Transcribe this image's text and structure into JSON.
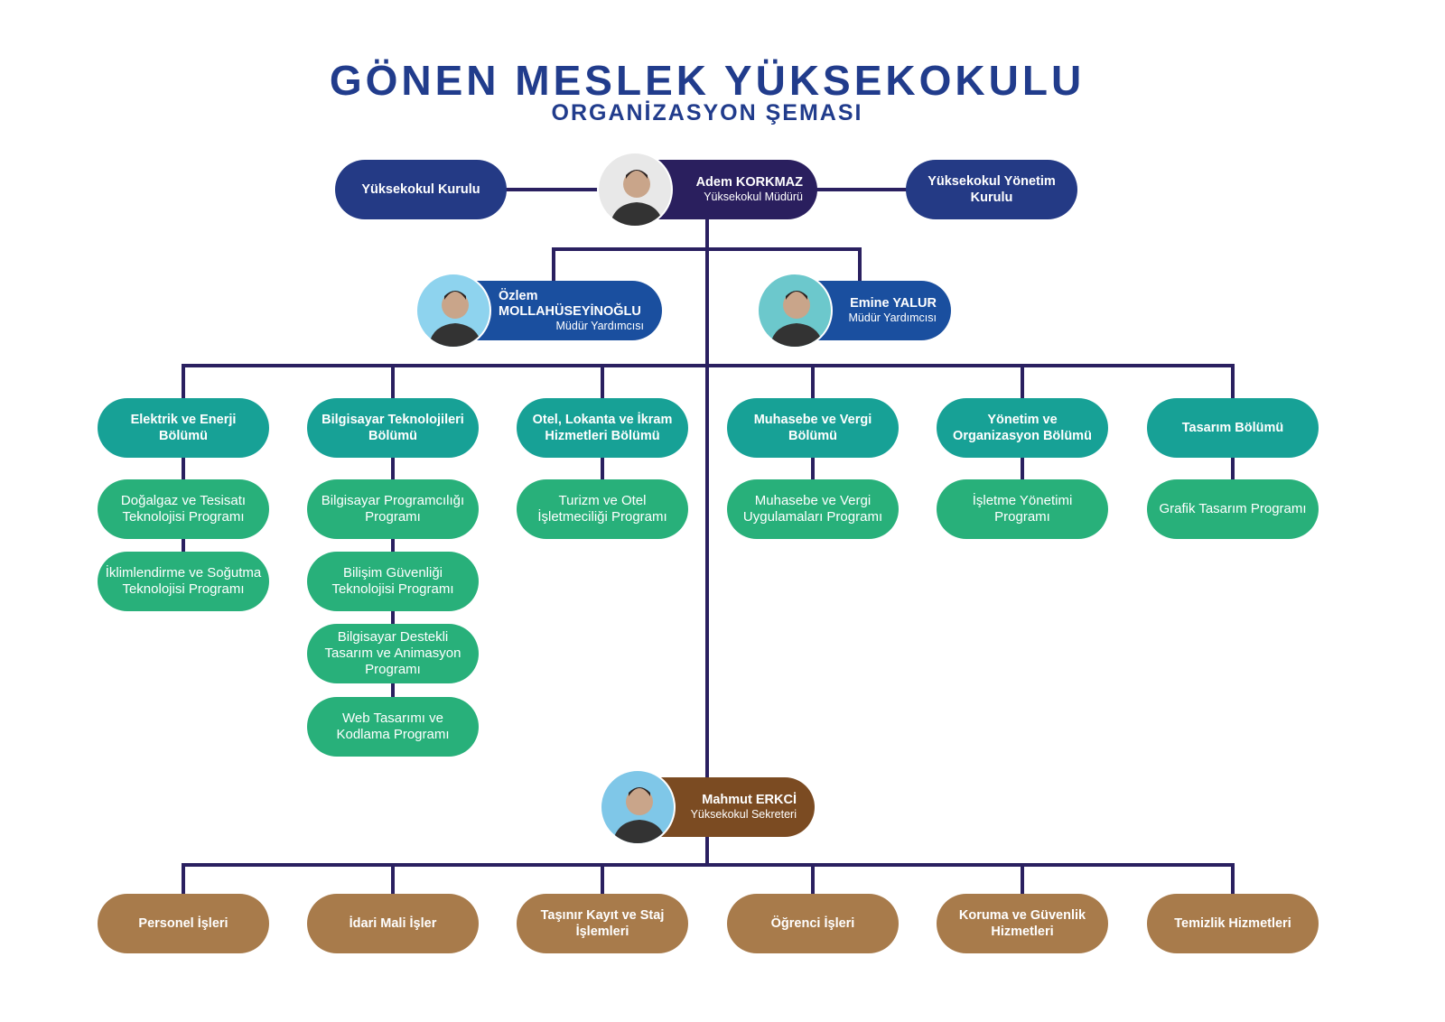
{
  "header": {
    "title": "GÖNEN MESLEK YÜKSEKOKULU",
    "subtitle": "ORGANİZASYON ŞEMASI"
  },
  "top": {
    "left_board": "Yüksekokul Kurulu",
    "right_board": "Yüksekokul Yönetim Kurulu",
    "director": {
      "name": "Adem KORKMAZ",
      "role": "Yüksekokul Müdürü"
    }
  },
  "deputies": [
    {
      "name": "Özlem MOLLAHÜSEYİNOĞLU",
      "role": "Müdür Yardımcısı"
    },
    {
      "name": "Emine YALUR",
      "role": "Müdür Yardımcısı"
    }
  ],
  "departments": [
    {
      "name": "Elektrik ve Enerji Bölümü",
      "programs": [
        "Doğalgaz ve Tesisatı Teknolojisi Programı",
        "İklimlendirme ve Soğutma Teknolojisi Programı"
      ]
    },
    {
      "name": "Bilgisayar Teknolojileri Bölümü",
      "programs": [
        "Bilgisayar Programcılığı Programı",
        "Bilişim Güvenliği Teknolojisi Programı",
        "Bilgisayar Destekli Tasarım ve Animasyon Programı",
        "Web Tasarımı ve Kodlama Programı"
      ]
    },
    {
      "name": "Otel, Lokanta ve İkram Hizmetleri Bölümü",
      "programs": [
        "Turizm ve Otel İşletmeciliği Programı"
      ]
    },
    {
      "name": "Muhasebe ve Vergi Bölümü",
      "programs": [
        "Muhasebe ve Vergi Uygulamaları Programı"
      ]
    },
    {
      "name": "Yönetim ve Organizasyon Bölümü",
      "programs": [
        "İşletme Yönetimi Programı"
      ]
    },
    {
      "name": "Tasarım Bölümü",
      "programs": [
        "Grafik Tasarım Programı"
      ]
    }
  ],
  "secretary": {
    "name": "Mahmut ERKCİ",
    "role": "Yüksekokul Sekreteri"
  },
  "units": [
    "Personel İşleri",
    "İdari Mali İşler",
    "Taşınır Kayıt ve Staj İşlemleri",
    "Öğrenci İşleri",
    "Koruma ve Güvenlik Hizmetleri",
    "Temizlik Hizmetleri"
  ],
  "colors": {
    "title": "#213c8c",
    "line": "#2a2060",
    "navy": "#243a85",
    "director": "#2a1f5e",
    "deputy": "#1a4f9f",
    "department": "#17a196",
    "program": "#28b07a",
    "secretary": "#7b4b22",
    "unit": "#a87b4b"
  }
}
